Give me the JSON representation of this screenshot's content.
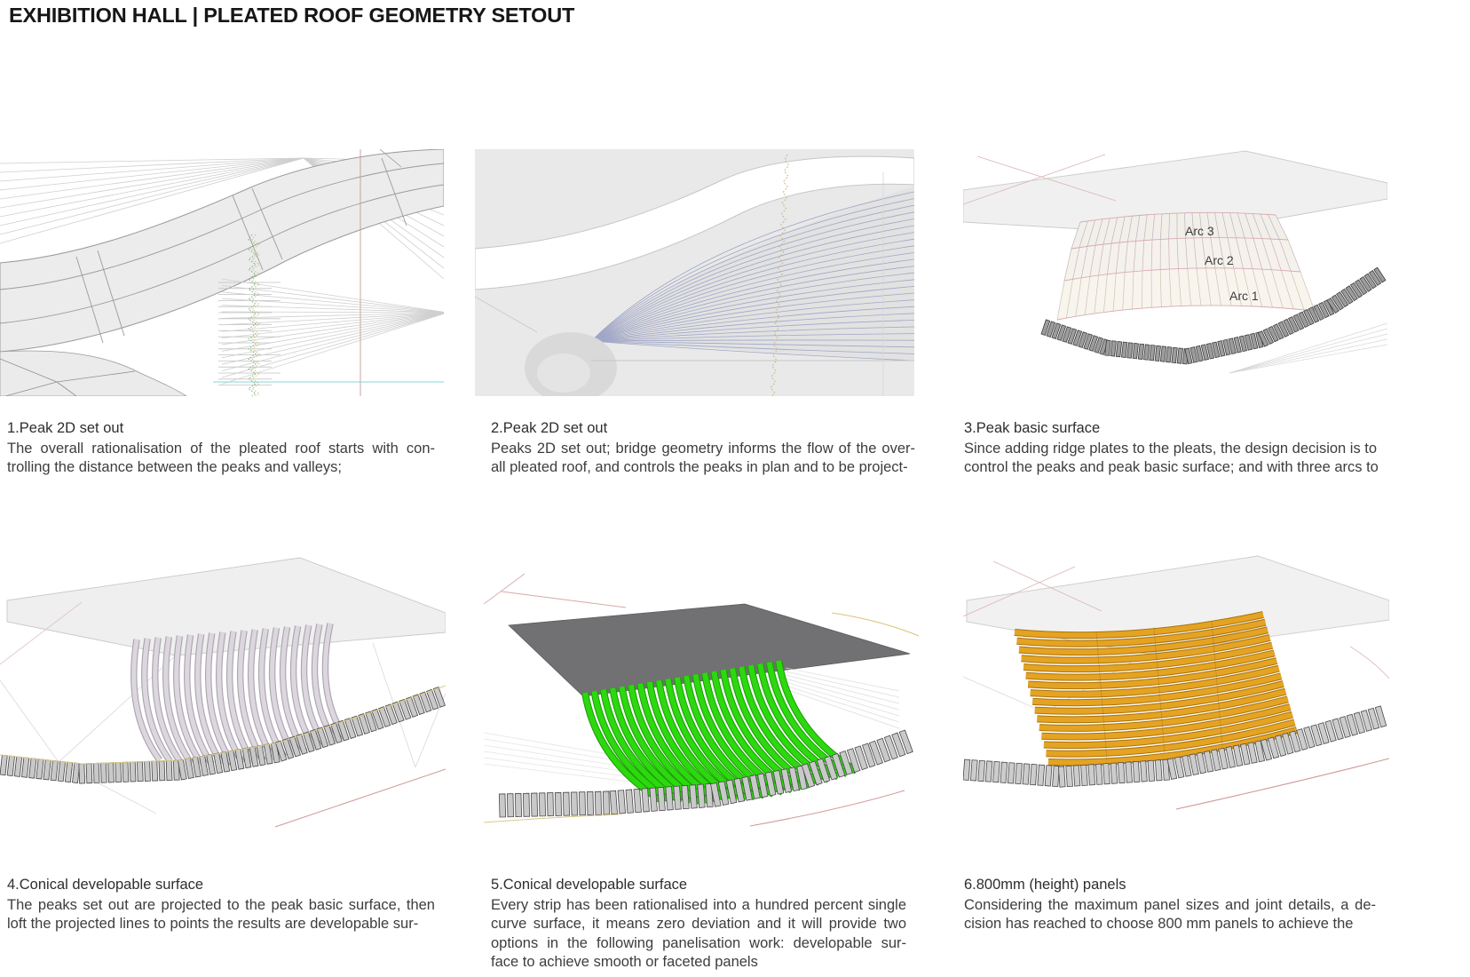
{
  "title": "EXHIBITION HALL | PLEATED ROOF GEOMETRY SETOUT",
  "panels": [
    {
      "heading": "1.Peak 2D set out",
      "body": [
        "The overall rationalisation of the pleated roof starts with con-",
        "trolling the distance between the peaks and valleys;"
      ]
    },
    {
      "heading": "2.Peak 2D set out",
      "body": [
        "Peaks 2D set out; bridge geometry informs the flow of the over-",
        "all pleated roof, and controls the peaks in plan and to be project-"
      ]
    },
    {
      "heading": "3.Peak basic surface",
      "body": [
        "Since adding ridge plates to the pleats, the design decision is to",
        "control the peaks and peak basic surface; and with three arcs to"
      ],
      "labels": {
        "arc3": "Arc 3",
        "arc2": "Arc 2",
        "arc1": "Arc 1"
      }
    },
    {
      "heading": "4.Conical developable surface",
      "body": [
        "The peaks set out are projected to the peak basic surface, then",
        "loft the projected lines to points the results are developable sur-"
      ]
    },
    {
      "heading": "5.Conical developable surface",
      "body": [
        "Every strip has been rationalised into a hundred percent single",
        "curve surface, it means zero deviation and it will provide two",
        "options in the following panelisation work: developable sur-",
        "face to achieve smooth or faceted panels"
      ]
    },
    {
      "heading": "6.800mm (height) panels",
      "body": [
        "Considering the maximum panel sizes and joint details, a de-",
        "cision has reached to choose 800 mm panels to achieve the"
      ]
    }
  ],
  "colors": {
    "green_fill": "#2bd90e",
    "green_edge": "#1d9906",
    "lavender_fill": "#dcd6de",
    "lavender_edge": "#aaa2b0",
    "orange_fill": "#e5a322",
    "orange_edge": "#a8720c",
    "dark_plane": "#717173",
    "surface_gray": "#ececec",
    "plane_light": "#f0f0f0",
    "fan_blue": "#a0a6c6",
    "arc_pink": "#d8aab2",
    "guide_red": "#cf9898",
    "guide_pink": "#ddb4b4",
    "guide_yellow": "#d9c886",
    "guide_cyan": "#7fd8d8",
    "guide_green": "#7fae7f",
    "teeth_fill": "#c9c9c9",
    "teeth_dark_fill": "#9c9c9c",
    "teeth_stroke": "#454545",
    "edge_gray": "#9a9a9a",
    "faint_gray": "#cfcfcf",
    "ink": "#3d3d3d"
  }
}
